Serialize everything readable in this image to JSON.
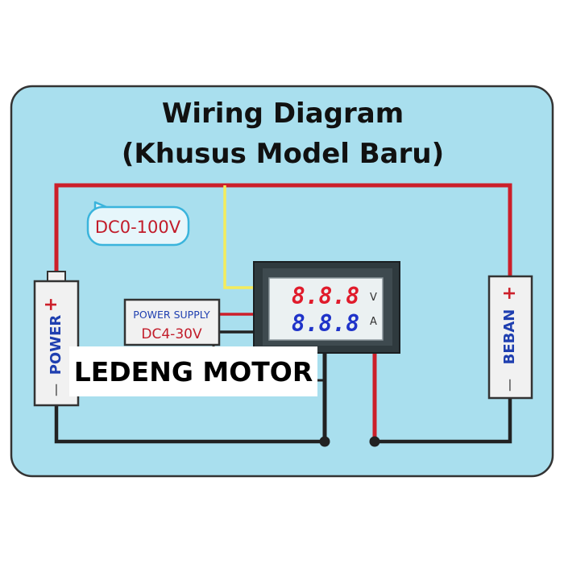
{
  "title": {
    "line1": "Wiring Diagram",
    "line2": "(Khusus Model Baru)"
  },
  "voltage_range_badge": "DC0-100V",
  "power_terminal": {
    "label": "POWER",
    "plus": "+",
    "minus": "—"
  },
  "load_terminal": {
    "label": "BEBAN",
    "plus": "+",
    "minus": "—"
  },
  "power_supply": {
    "label": "POWER SUPPLY",
    "range": "DC4-30V"
  },
  "meter": {
    "voltage_display": "8.8.8",
    "voltage_unit": "V",
    "current_display": "8.8.8",
    "current_unit": "A"
  },
  "watermark": "LEDENG MOTOR",
  "colors": {
    "background": "#a9dfee",
    "red_wire": "#cc1f2a",
    "black_wire": "#222222",
    "yellow_wire": "#f4ec5c",
    "voltage_digits": "#e01b2b",
    "current_digits": "#1f33c9",
    "badge": "#3ab4dc"
  }
}
